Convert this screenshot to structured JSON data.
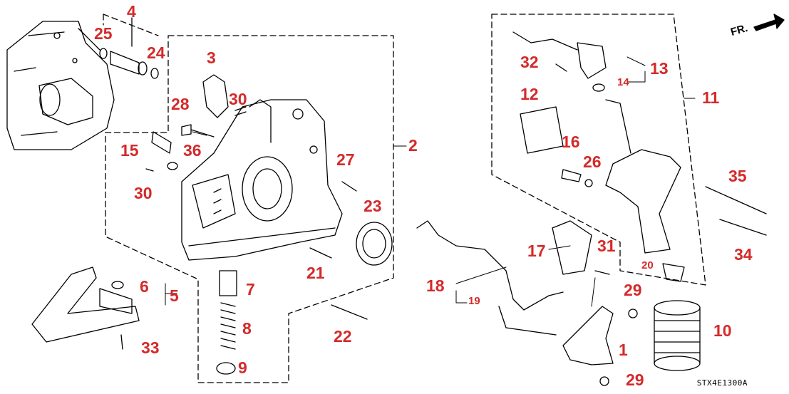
{
  "diagram": {
    "code": "STX4E1300A",
    "front_label": "FR.",
    "callouts": [
      {
        "id": "p1",
        "text": "1"
      },
      {
        "id": "p2",
        "text": "2"
      },
      {
        "id": "p3",
        "text": "3"
      },
      {
        "id": "p4",
        "text": "4"
      },
      {
        "id": "p5",
        "text": "5"
      },
      {
        "id": "p6",
        "text": "6"
      },
      {
        "id": "p7",
        "text": "7"
      },
      {
        "id": "p8",
        "text": "8"
      },
      {
        "id": "p9",
        "text": "9"
      },
      {
        "id": "p10",
        "text": "10"
      },
      {
        "id": "p11",
        "text": "11"
      },
      {
        "id": "p12",
        "text": "12"
      },
      {
        "id": "p13",
        "text": "13"
      },
      {
        "id": "p14",
        "text": "14"
      },
      {
        "id": "p15",
        "text": "15"
      },
      {
        "id": "p16",
        "text": "16"
      },
      {
        "id": "p17",
        "text": "17"
      },
      {
        "id": "p18",
        "text": "18"
      },
      {
        "id": "p19",
        "text": "19"
      },
      {
        "id": "p20",
        "text": "20"
      },
      {
        "id": "p21",
        "text": "21"
      },
      {
        "id": "p22",
        "text": "22"
      },
      {
        "id": "p23",
        "text": "23"
      },
      {
        "id": "p24",
        "text": "24"
      },
      {
        "id": "p25",
        "text": "25"
      },
      {
        "id": "p26",
        "text": "26"
      },
      {
        "id": "p27",
        "text": "27"
      },
      {
        "id": "p28",
        "text": "28"
      },
      {
        "id": "p29a",
        "text": "29"
      },
      {
        "id": "p29b",
        "text": "29"
      },
      {
        "id": "p30a",
        "text": "30"
      },
      {
        "id": "p30b",
        "text": "30"
      },
      {
        "id": "p31",
        "text": "31"
      },
      {
        "id": "p32",
        "text": "32"
      },
      {
        "id": "p33",
        "text": "33"
      },
      {
        "id": "p34",
        "text": "34"
      },
      {
        "id": "p35",
        "text": "35"
      },
      {
        "id": "p36",
        "text": "36"
      }
    ]
  },
  "colors": {
    "callout": "#d42a2a",
    "line": "#000000",
    "background": "#ffffff"
  }
}
